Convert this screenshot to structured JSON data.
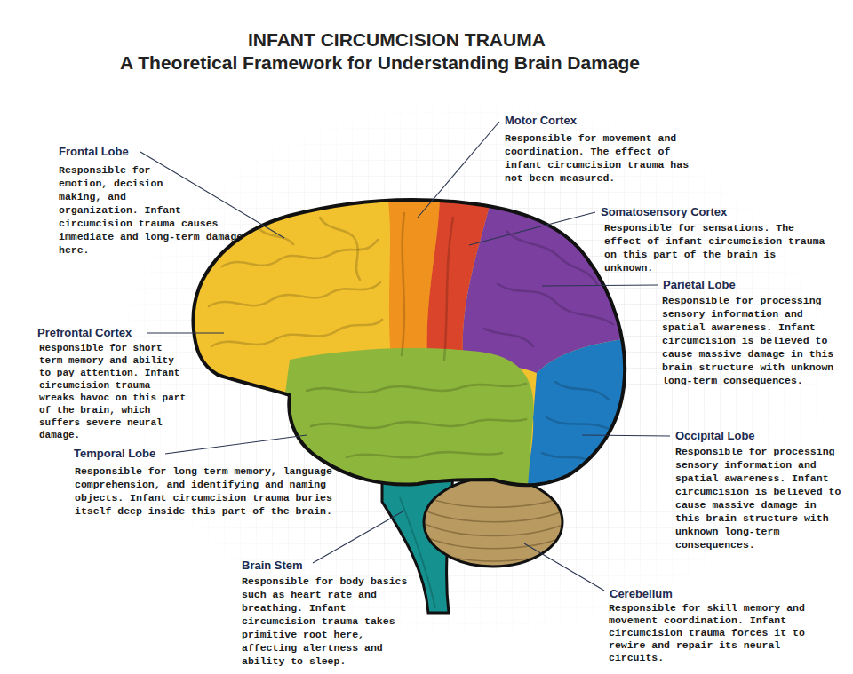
{
  "diagram": {
    "title": "INFANT CIRCUMCISION TRAUMA",
    "labels": [
      "A Theoretical Framework for Understanding Brain Damage",
      "Frontal Lobe",
      "Responsible for emotion, decision making, and organization. Infant circumcision trauma causes immediate and long-term damage here.",
      "Motor Cortex",
      "Responsible for movement and coordination. The effect of infant circumcision trauma has not been measured.",
      "Somatosensory Cortex",
      "Responsible for sensations. The effect of infant circumcision trauma on this part of the brain is unknown.",
      "Parietal Lobe",
      "Responsible for processing sensory information and spatial awareness. Infant circumcision is believed to cause massive damage in this brain structure with unknown long-term consequences.",
      "Prefrontal Cortex",
      "Responsible for short term memory and ability to pay attention. Infant circumcision trauma wreaks havoc on this part of the brain, which suffers severe neural damage.",
      "Occipital Lobe",
      "Responsible for processing sensory information and spatial awareness. Infant circumcision is believed to cause massive damage in this brain structure with unknown long-term consequences.",
      "Temporal Lobe",
      "Responsible for long term memory, language comprehension, and identifying and naming objects. Infant circumcision trauma buries itself deep inside this part of the brain.",
      "Brain Stem",
      "Responsible for body basics such as heart rate and breathing. Infant circumcision trauma takes primitive root here, affecting alertness and ability to sleep.",
      "Cerebellum",
      "Responsible for skill memory and movement coordination. Infant circumcision trauma forces it to rewire and repair its neural circuits."
    ]
  }
}
